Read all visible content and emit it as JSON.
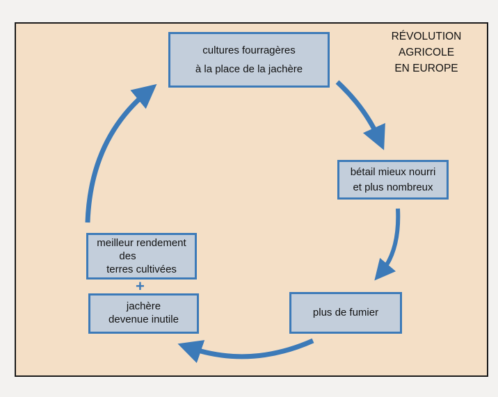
{
  "title": [
    "RÉVOLUTION",
    "AGRICOLE",
    "EN EUROPE"
  ],
  "boxes": {
    "cultures": [
      "cultures fourragères",
      "à la place de  la jachère"
    ],
    "betail": [
      "bétail mieux nourri",
      "et plus nombreux"
    ],
    "fumier": [
      "plus de fumier"
    ],
    "jachere": [
      "jachère",
      "devenue inutile"
    ],
    "rendement": [
      "meilleur rendement",
      "des",
      "terres cultivées"
    ]
  },
  "plus_sign": "+",
  "colors": {
    "background": "#f4dfc6",
    "box_fill": "#c3cedb",
    "accent": "#3c7ab8"
  }
}
